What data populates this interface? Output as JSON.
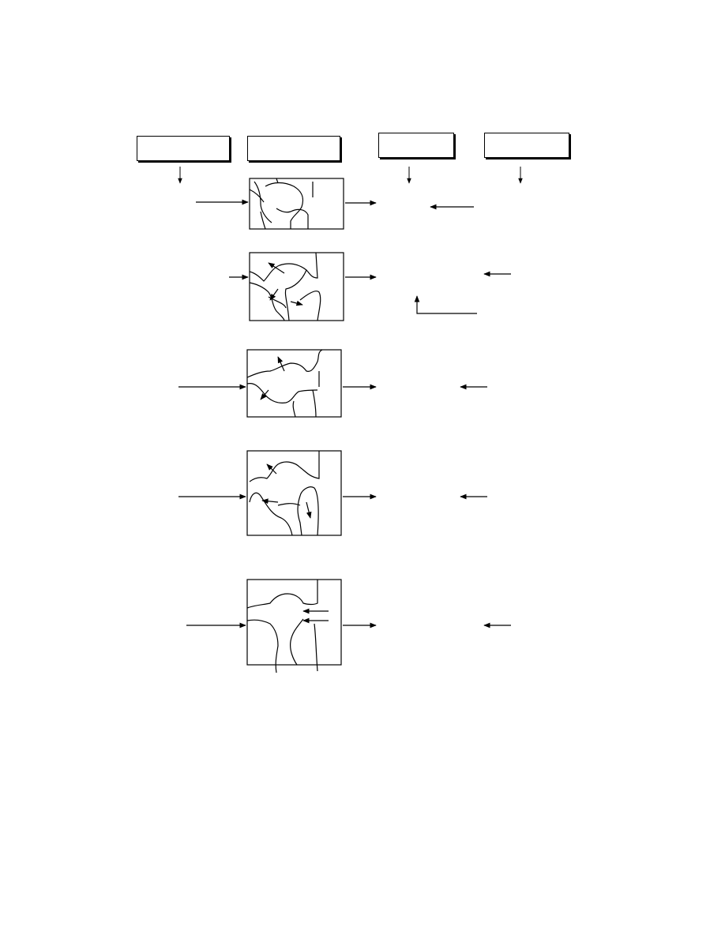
{
  "diagram": {
    "headers": [
      {
        "id": "col-1",
        "label": ""
      },
      {
        "id": "col-2",
        "label": ""
      },
      {
        "id": "col-3",
        "label": ""
      },
      {
        "id": "col-4",
        "label": ""
      }
    ],
    "stages": [
      {
        "id": "stage-1",
        "label": ""
      },
      {
        "id": "stage-2",
        "label": ""
      },
      {
        "id": "stage-3",
        "label": ""
      },
      {
        "id": "stage-4",
        "label": ""
      },
      {
        "id": "stage-5",
        "label": ""
      }
    ],
    "line_color": "#000000",
    "background": "#ffffff"
  }
}
